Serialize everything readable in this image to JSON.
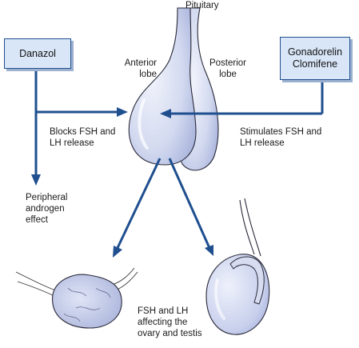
{
  "labels": {
    "pituitary": "Pituitary",
    "anterior_lobe": "Anterior\nlobe",
    "posterior_lobe": "Posterior\nlobe",
    "danazol": "Danazol",
    "gonadorelin_clomifene": "Gonadorelin\nClomifene",
    "blocks": "Blocks FSH and\nLH release",
    "stimulates": "Stimulates FSH and\nLH release",
    "peripheral": "Peripheral\nandrogen\neffect",
    "fsh_lh_effect": "FSH and LH\naffecting the\novary and testis"
  },
  "colors": {
    "arrow": "#1f4f8f",
    "box_fill": "#d9e6f7",
    "box_border": "#1f4f8f",
    "organ_fill": "#c7d0ec",
    "organ_highlight": "#eef1fb",
    "organ_outline": "#1a1a2e"
  }
}
